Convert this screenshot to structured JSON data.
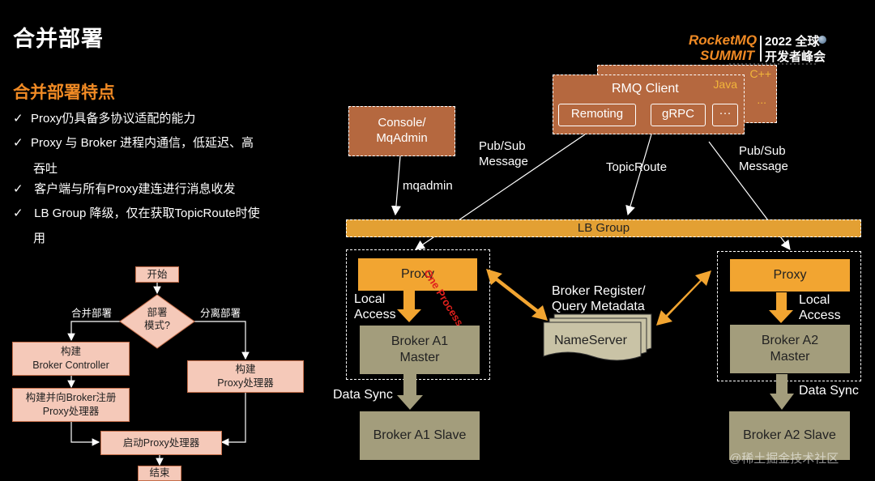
{
  "page_title": "合并部署",
  "logo": {
    "brand": "RocketMQ",
    "summit": "SUMMIT",
    "year_text": "2022 全球",
    "dev_text": "开发者峰会"
  },
  "subtitle": "合并部署特点",
  "bullets": [
    {
      "lines": [
        "Proxy仍具备多协议适配的能力"
      ]
    },
    {
      "lines": [
        "Proxy 与 Broker 进程内通信，低延迟、高",
        "吞吐"
      ]
    },
    {
      "lines": [
        " 客户端与所有Proxy建连进行消息收发"
      ]
    },
    {
      "lines": [
        " LB Group 降级，仅在获取TopicRoute时使",
        "用"
      ]
    }
  ],
  "check_glyph": "✓",
  "flowchart": {
    "start": "开始",
    "decision": [
      "部署",
      "模式?"
    ],
    "left_branch": "合并部署",
    "right_branch": "分离部署",
    "build_controller": [
      "构建",
      "Broker Controller"
    ],
    "build_register": [
      "构建并向Broker注册",
      "Proxy处理器"
    ],
    "build_proxy": [
      "构建",
      "Proxy处理器"
    ],
    "start_proxy": "启动Proxy处理器",
    "end": "结束"
  },
  "diagram": {
    "rmq_client": "RMQ Client",
    "java": "Java",
    "cpp": "C++",
    "more_dots": "...",
    "remoting": "Remoting",
    "grpc": "gRPC",
    "ellipsis_btn": "···",
    "console": [
      "Console/",
      "MqAdmin"
    ],
    "mqadmin": "mqadmin",
    "pubsub_left": [
      "Pub/Sub",
      "Message"
    ],
    "topicroute": "TopicRoute",
    "pubsub_right": [
      "Pub/Sub",
      "Message"
    ],
    "lb_group": "LB Group",
    "proxy_left": "Proxy",
    "proxy_right": "Proxy",
    "one_process": "One Process",
    "local_access_left": [
      "Local",
      "Access"
    ],
    "local_access_right": [
      "Local",
      "Access"
    ],
    "broker_a1_master": [
      "Broker A1",
      "Master"
    ],
    "broker_a2_master": [
      "Broker A2",
      "Master"
    ],
    "broker_register": [
      "Broker Register/",
      "Query Metadata"
    ],
    "nameserver": "NameServer",
    "data_sync_left": "Data Sync",
    "data_sync_right": "Data Sync",
    "broker_a1_slave": "Broker A1  Slave",
    "broker_a2_slave": "Broker A2  Slave"
  },
  "watermark": "@稀土掘金技术社区",
  "colors": {
    "accent_orange": "#f08a24",
    "proxy_orange": "#f2a531",
    "broker_olive": "#a39d7c",
    "client_brown": "#b5683f",
    "flow_pink": "#f5c9b9"
  }
}
